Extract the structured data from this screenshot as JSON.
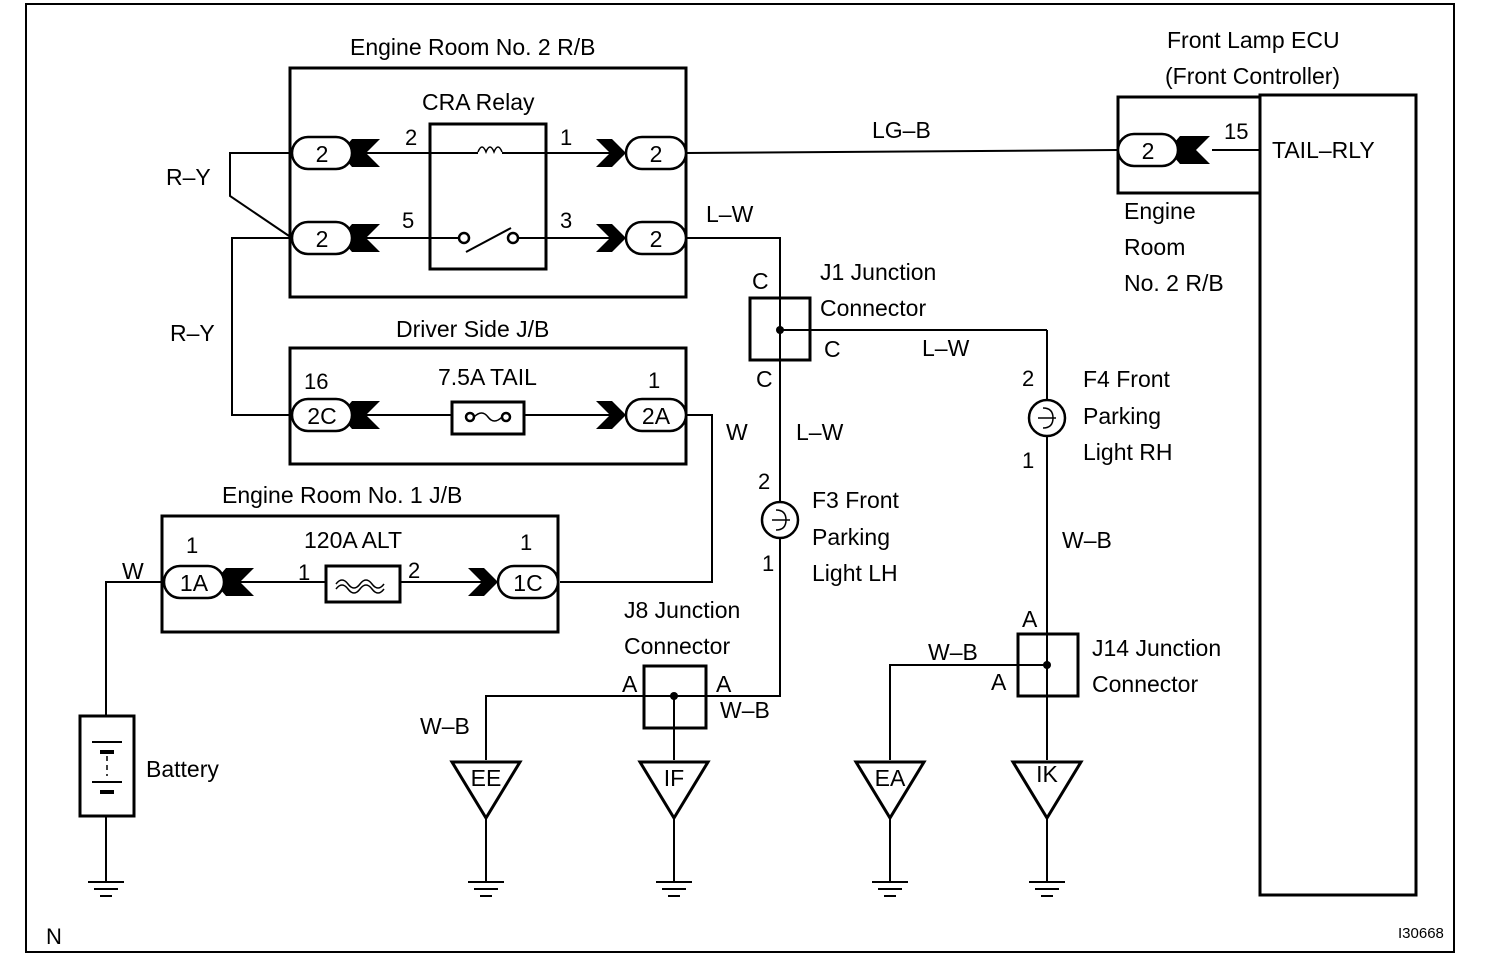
{
  "blocks": {
    "engine_room_2_rb": "Engine Room No. 2 R/B",
    "cra_relay": "CRA Relay",
    "driver_side_jb": "Driver Side J/B",
    "engine_room_1_jb": "Engine Room No. 1 J/B",
    "ecu_title_line1": "Front Lamp ECU",
    "ecu_title_line2": "(Front Controller)",
    "ecu_terminal": "TAIL–RLY",
    "ecu_rb_line1": "Engine",
    "ecu_rb_line2": "Room",
    "ecu_rb_line3": "No. 2 R/B"
  },
  "fuses": {
    "tail": "7.5A TAIL",
    "alt": "120A ALT"
  },
  "connectors": {
    "rb_left_top": "2",
    "rb_left_bottom": "2",
    "rb_right_top": "2",
    "rb_right_bottom": "2",
    "ecu_conn": "2",
    "jb_2c": "2C",
    "jb_2a": "2A",
    "jb_1a": "1A",
    "jb_1c": "1C"
  },
  "pins": {
    "relay_2": "2",
    "relay_1": "1",
    "relay_5": "5",
    "relay_3": "3",
    "ecu_15": "15",
    "jb_16": "16",
    "jb_1": "1",
    "er1_1a_pin": "1",
    "er1_1c_pin": "1",
    "alt_1": "1",
    "alt_2": "2",
    "j1_c_top": "C",
    "j1_c_right": "C",
    "j1_c_bottom": "C",
    "f3_2": "2",
    "f3_1": "1",
    "f4_2": "2",
    "f4_1": "1",
    "j8_a_left": "A",
    "j8_a_right": "A",
    "j14_a_top": "A",
    "j14_a_left": "A"
  },
  "wires": {
    "ry_upper": "R–Y",
    "ry_lower": "R–Y",
    "lg_b": "LG–B",
    "lw_top": "L–W",
    "lw_j1_right": "L–W",
    "lw_j1_down": "L–W",
    "w_jb": "W",
    "w_battery": "W",
    "wb_f4": "W–B",
    "wb_j14": "W–B",
    "wb_ee": "W–B",
    "wb_j8": "W–B"
  },
  "components": {
    "j1_line1": "J1 Junction",
    "j1_line2": "Connector",
    "f3_line1": "F3 Front",
    "f3_line2": "Parking",
    "f3_line3": "Light LH",
    "f4_line1": "F4 Front",
    "f4_line2": "Parking",
    "f4_line3": "Light RH",
    "j8_line1": "J8 Junction",
    "j8_line2": "Connector",
    "j14_line1": "J14 Junction",
    "j14_line2": "Connector",
    "battery": "Battery"
  },
  "grounds": {
    "ee": "EE",
    "if": "IF",
    "ea": "EA",
    "ik": "IK"
  },
  "footer": {
    "corner_left": "N",
    "figure_code": "I30668"
  }
}
